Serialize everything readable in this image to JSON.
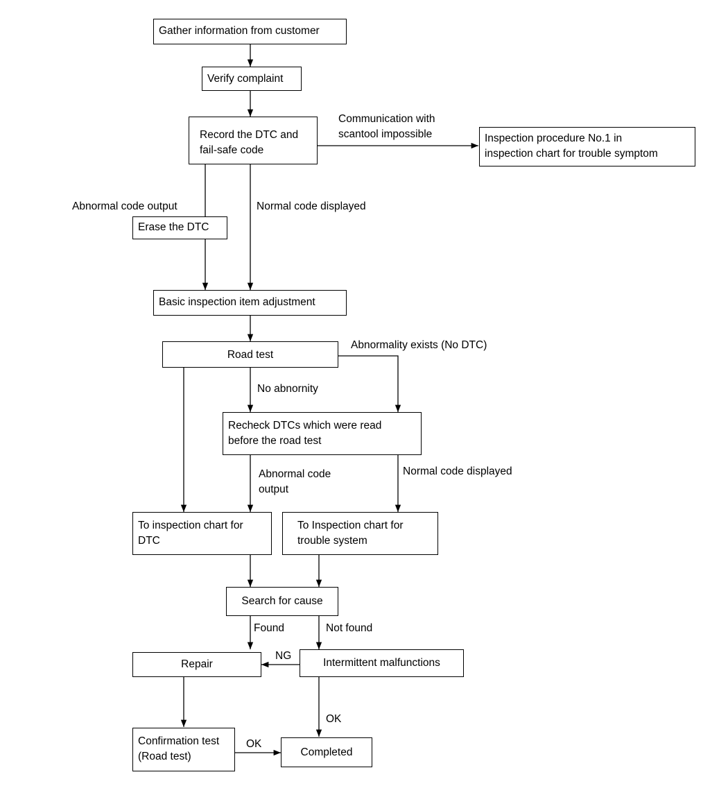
{
  "nodes": {
    "gather": "Gather information from customer",
    "verify": "Verify complaint",
    "record": [
      "Record the DTC and",
      "fail-safe code"
    ],
    "inspection_no1": [
      "Inspection procedure No.1 in",
      "inspection chart for trouble symptom"
    ],
    "erase": "Erase the DTC",
    "basic": "Basic inspection item adjustment",
    "road_test": "Road test",
    "recheck": [
      "Recheck DTCs which were read",
      "before the road test"
    ],
    "chart_dtc": [
      "To inspection chart for",
      "DTC"
    ],
    "chart_trouble": [
      "To Inspection chart for",
      "trouble system"
    ],
    "search": "Search for cause",
    "repair": "Repair",
    "intermittent": "Intermittent malfunctions",
    "confirmation": [
      "Confirmation test",
      "(Road test)"
    ],
    "completed": "Completed"
  },
  "edge_labels": {
    "comm_impossible": [
      "Communication with",
      "scantool impossible"
    ],
    "abnormal_output_1": "Abnormal code output",
    "normal_displayed_1": "Normal code displayed",
    "abnormality_exists": "Abnormality exists (No DTC)",
    "no_abnormity": "No abnornity",
    "abnormal_output_2": [
      "Abnormal code",
      "output"
    ],
    "normal_displayed_2": "Normal code displayed",
    "found": "Found",
    "not_found": "Not found",
    "ng": "NG",
    "ok_1": "OK",
    "ok_2": "OK"
  }
}
